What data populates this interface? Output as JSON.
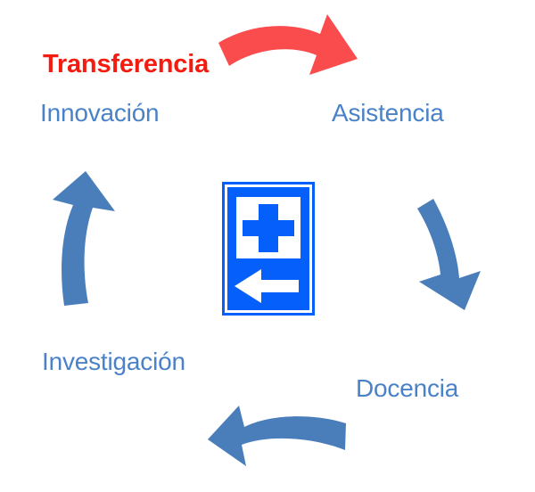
{
  "diagram": {
    "title_visible": false,
    "background_color": "#FFFFFF",
    "colors": {
      "red_text": "#F41C10",
      "blue_text": "#4A82C8",
      "red_arrow": "#FA4B4D",
      "blue_arrow": "#4A7EBB",
      "sign_blue": "#0560FB",
      "sign_white": "#FFFFFF"
    },
    "labels": [
      {
        "id": "transferencia",
        "text": "Transferencia",
        "color": "#F41C10",
        "bold": true,
        "position": "top-left"
      },
      {
        "id": "innovacion",
        "text": "Innovación",
        "color": "#4A82C8",
        "bold": false,
        "position": "upper-left"
      },
      {
        "id": "asistencia",
        "text": "Asistencia",
        "color": "#4A82C8",
        "bold": false,
        "position": "upper-right"
      },
      {
        "id": "docencia",
        "text": "Docencia",
        "color": "#4A82C8",
        "bold": false,
        "position": "lower-right"
      },
      {
        "id": "investigacion",
        "text": "Investigación",
        "color": "#4A82C8",
        "bold": false,
        "position": "lower-left"
      }
    ],
    "arrows": [
      {
        "id": "arrow-top",
        "direction": "right",
        "color": "#FA4B4D",
        "style": "curved"
      },
      {
        "id": "arrow-right",
        "direction": "down",
        "color": "#4A7EBB",
        "style": "curved"
      },
      {
        "id": "arrow-bottom",
        "direction": "left",
        "color": "#4A7EBB",
        "style": "curved"
      },
      {
        "id": "arrow-left",
        "direction": "up",
        "color": "#4A7EBB",
        "style": "curved"
      }
    ],
    "center_sign": {
      "name": "hospital-direction-sign",
      "symbol": "cross",
      "arrow_direction": "left",
      "border_color": "#FFFFFF",
      "fill_color": "#0560FB"
    }
  }
}
